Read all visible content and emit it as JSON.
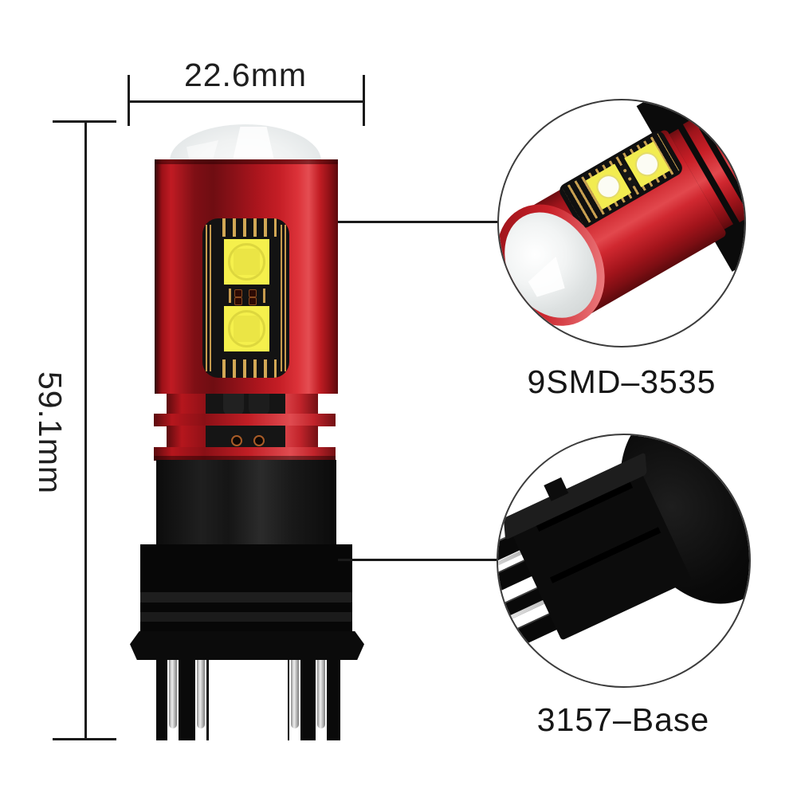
{
  "product": {
    "type": "automotive LED bulb product diagram",
    "dimensions": {
      "width": "22.6mm",
      "height": "59.1mm"
    },
    "callouts": [
      {
        "id": "led-detail",
        "label": "9SMD–3535"
      },
      {
        "id": "base-detail",
        "label": "3157–Base"
      }
    ]
  },
  "colors": {
    "housing_red": "#c41e26",
    "housing_red_dark": "#5f0a0e",
    "led_chip_yellow": "#f5f04c",
    "pcb_stripe_gold": "#d2a855",
    "plastic_black": "#0a0a0a",
    "glass_white": "#f0f2f2",
    "dimension_line": "#1a1a1a"
  }
}
